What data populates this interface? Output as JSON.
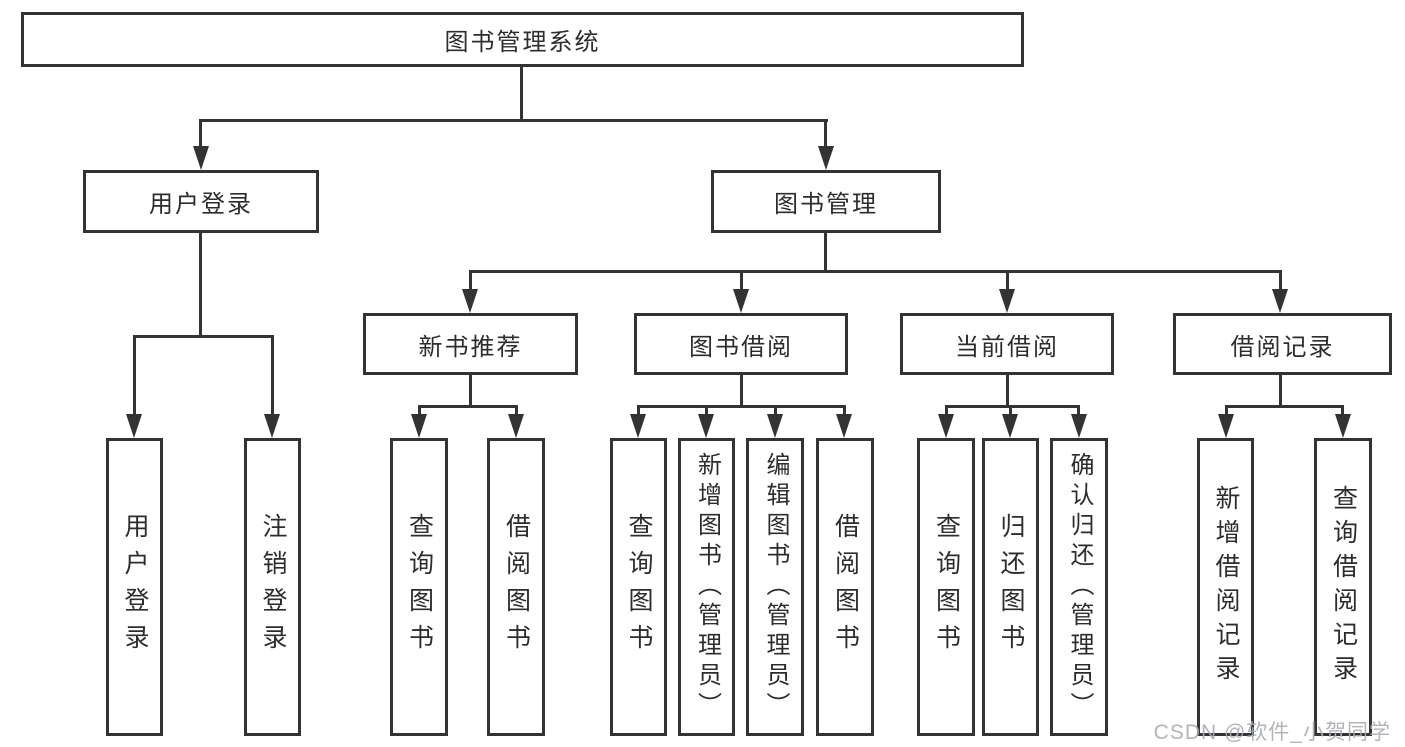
{
  "diagram": {
    "root": {
      "label": "图书管理系统"
    },
    "level2": {
      "user_login": {
        "label": "用户登录"
      },
      "book_mgmt": {
        "label": "图书管理"
      }
    },
    "level3": {
      "new_book_rec": {
        "label": "新书推荐"
      },
      "book_borrow": {
        "label": "图书借阅"
      },
      "current_borrow": {
        "label": "当前借阅"
      },
      "borrow_records": {
        "label": "借阅记录"
      }
    },
    "leaves": {
      "user_login": [
        "用户登录",
        "注销登录"
      ],
      "new_book_rec": [
        "查询图书",
        "借阅图书"
      ],
      "book_borrow": [
        "查询图书",
        "新增图书（管理员）",
        "编辑图书（管理员）",
        "借阅图书"
      ],
      "current_borrow": [
        "查询图书",
        "归还图书",
        "确认归还（管理员）"
      ],
      "borrow_records": [
        "新增借阅记录",
        "查询借阅记录"
      ]
    }
  },
  "watermark": {
    "text": "CSDN @软件_小贺同学"
  },
  "colors": {
    "line": "#333333",
    "text": "#2d2d2d",
    "watermark": "#a9adb2",
    "background": "#ffffff"
  }
}
